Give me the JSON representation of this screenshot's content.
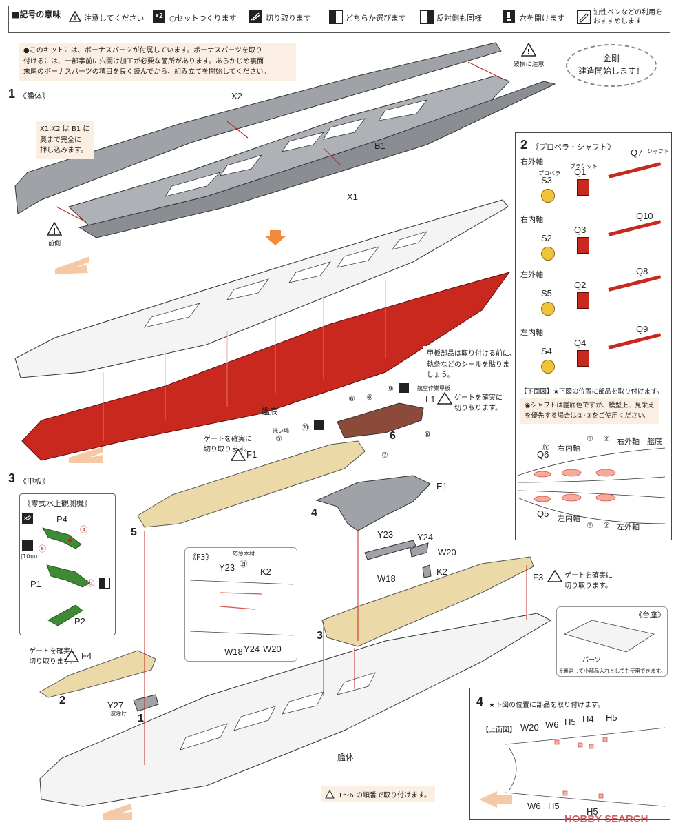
{
  "legend": {
    "title": "■記号の意味",
    "items": [
      {
        "icon": "caution-icon",
        "text": "注意してください"
      },
      {
        "icon": "x2-icon",
        "text": "○セットつくります"
      },
      {
        "icon": "cut-icon",
        "text": "切り取ります"
      },
      {
        "icon": "choose-icon",
        "text": "どちらか選びます"
      },
      {
        "icon": "mirror-icon",
        "text": "反対側も同様"
      },
      {
        "icon": "drill-icon",
        "text": "穴を開けます"
      },
      {
        "icon": "pen-icon",
        "text": "油性ペンなどの利用を\nおすすめします"
      }
    ]
  },
  "bonus_note": "●このキットには、ボーナスパーツが付属しています。ボーナスパーツを取り\n付けるには、一部事前に穴開け加工が必要な箇所があります。あらかじめ裏面\n末尾のボーナスパーツの項目を良く読んでから、組み立てを開始してください。",
  "break_caution": "破損に注意",
  "speech": "金剛\n建造開始します！",
  "step1": {
    "number": "1",
    "title": "《艦体》",
    "labels": {
      "x2": "X2",
      "b1": "B1",
      "x1": "X1",
      "front": "前側",
      "keel": "艦底"
    },
    "note": "X1,X2 は B1 に\n奥まで完全に\n押し込みます。",
    "sticker_note": "甲板部品は取り付ける前に、\n軌条などのシールを貼りま\nしょう。"
  },
  "step2": {
    "number": "2",
    "title": "《プロペラ・シャフト》",
    "sub_propeller": "プロペラ",
    "sub_bracket": "ブラケット",
    "sub_shaft": "シャフト",
    "rows": [
      {
        "name": "右外軸",
        "prop": "S3",
        "bracket": "Q1",
        "shaft": "Q7"
      },
      {
        "name": "右内軸",
        "prop": "S2",
        "bracket": "Q3",
        "shaft": "Q10"
      },
      {
        "name": "左外軸",
        "prop": "S5",
        "bracket": "Q2",
        "shaft": "Q8"
      },
      {
        "name": "左内軸",
        "prop": "S4",
        "bracket": "Q4",
        "shaft": "Q9"
      }
    ],
    "bottom_title": "【下面図】★下図の位置に部品を取り付けます。",
    "bottom_note": "◉シャフトは艦底色ですが、模型上、見栄え\nを優先する場合は②･③をご使用ください。",
    "diagram": {
      "rudder": "舵",
      "q6": "Q6",
      "q5": "Q5",
      "right_inner": "右内軸",
      "right_outer": "右外軸",
      "left_inner": "左内軸",
      "left_outer": "左外軸",
      "keel": "艦底",
      "c3": "③",
      "c2": "②"
    }
  },
  "step3": {
    "number": "3",
    "title": "《甲板》",
    "plane_title": "《零式水上観測機》",
    "plane_parts": {
      "p4": "P4",
      "p1": "P1",
      "p2": "P2",
      "a": "ⓐ",
      "e": "ⓔ",
      "b": "ⓑ",
      "cut": "(10㎜)"
    },
    "gate_note": "ゲートを確実に\n切り取ります。",
    "parts": {
      "l1": "L1",
      "l1_caption": "航空作業甲板",
      "f1": "F1",
      "e1": "E1",
      "f3": "F3",
      "f4": "F4",
      "y23": "Y23",
      "y24": "Y24",
      "w20": "W20",
      "w18": "W18",
      "k2": "K2",
      "y27": "Y27",
      "y27_caption": "波除け",
      "wash": "洗い場",
      "c5": "⑤",
      "c20": "⑳",
      "c6": "⑥",
      "c8": "⑧",
      "c9": "⑨",
      "c7": "⑦",
      "c10": "⑩"
    },
    "f3_box": {
      "title": "《F3》",
      "caption": "応急木材",
      "c21": "㉑",
      "y23": "Y23",
      "k2": "K2",
      "w18": "W18",
      "y24": "Y24",
      "w20": "W20"
    },
    "stand": {
      "title": "《台座》",
      "parts": "パーツ",
      "note": "※裏返して小部品入れとしても使用できます。"
    },
    "hull": "艦体",
    "order_note": "1～6 の順番で取り付けます。",
    "order_numbers": [
      "1",
      "2",
      "3",
      "4",
      "5",
      "6"
    ]
  },
  "step4": {
    "number": "4",
    "title": "★下図の位置に部品を取り付けます。",
    "view": "【上面図】",
    "labels": {
      "w20": "W20",
      "w6a": "W6",
      "h5a": "H5",
      "h4": "H4",
      "h5b": "H5",
      "w6b": "W6",
      "h5c": "H5",
      "h5d": "H5"
    }
  },
  "watermark": "HOBBY SEARCH",
  "colors": {
    "hull_red": "#c8281e",
    "grey": "#9a9ea4",
    "deck_tan": "#ecd9a8",
    "note_bg": "#fbeee2",
    "arrow": "#f08a3c",
    "plane_green": "#3f8a34"
  }
}
